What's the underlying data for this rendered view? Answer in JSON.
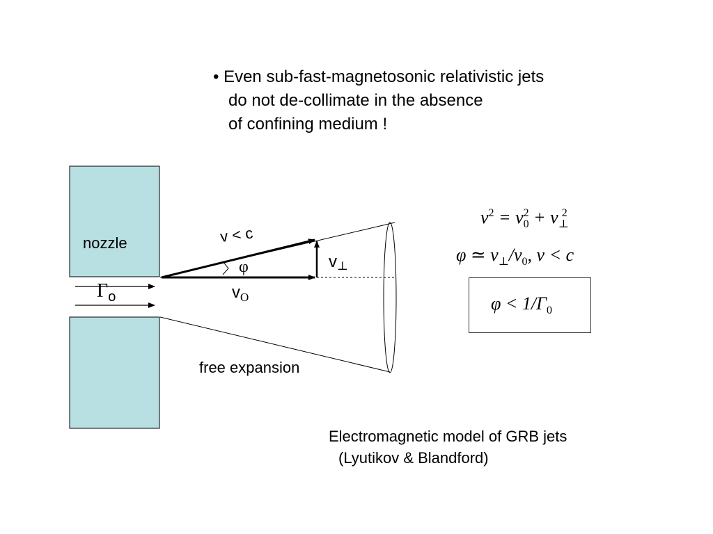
{
  "bullet": {
    "marker": "•",
    "lines": [
      "Even sub-fast-magnetosonic relativistic jets",
      "do not de-collimate in the absence",
      "of confining medium !"
    ]
  },
  "diagram": {
    "nozzle_label": "nozzle",
    "free_expansion_label": "free expansion",
    "velocity_label": "v < c",
    "angle_label": "φ",
    "vperp_base": "v",
    "vperp_sub": "⊥",
    "v0_base": "v",
    "v0_sub": "O",
    "gamma_base": "Γ",
    "gamma_sub": "o",
    "colors": {
      "nozzle_fill": "#b8dfe1",
      "stroke": "#000000"
    }
  },
  "equations": {
    "eq1": {
      "lhs": "v",
      "lhs_sup": "2",
      "mid": " = v",
      "mid_sub": "0",
      "mid_sup": "2",
      "plus": " + v",
      "plus_sub": "⊥",
      "plus_sup": "2"
    },
    "eq2": {
      "a": "φ ≃ v",
      "a_sub": "⊥",
      "b": "/v",
      "b_sub": "0",
      "c": ",  v < c"
    },
    "eq3": {
      "a": "φ < 1/Γ",
      "a_sub": "0"
    }
  },
  "caption": {
    "lines": [
      "Electromagnetic model of GRB jets",
      "(Lyutikov & Blandford)"
    ]
  }
}
